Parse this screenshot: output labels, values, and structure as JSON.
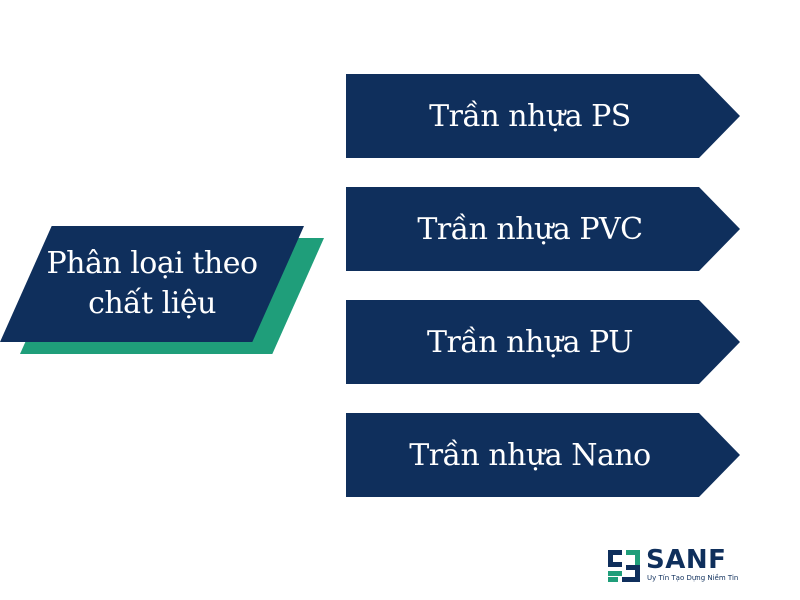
{
  "colors": {
    "navy": "#0f2f5c",
    "teal": "#1f9e7a",
    "white": "#ffffff"
  },
  "category": {
    "line1": "Phân loại theo",
    "line2": "chất liệu"
  },
  "items": [
    {
      "label": "Trần nhựa PS"
    },
    {
      "label": "Trần nhựa PVC"
    },
    {
      "label": "Trần nhựa PU"
    },
    {
      "label": "Trần nhựa Nano"
    }
  ],
  "logo": {
    "name": "SANF",
    "tagline": "Uy Tín Tạo Dựng Niềm Tin"
  }
}
